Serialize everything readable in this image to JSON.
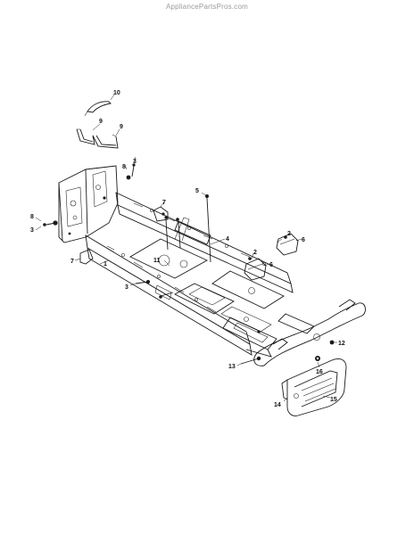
{
  "watermark": "AppliancePartsPros.com",
  "callouts": [
    {
      "id": "c10",
      "label": "10"
    },
    {
      "id": "c9a",
      "label": "9"
    },
    {
      "id": "c9b",
      "label": "9"
    },
    {
      "id": "c8a",
      "label": "8"
    },
    {
      "id": "c3a",
      "label": "3"
    },
    {
      "id": "c8b",
      "label": "8"
    },
    {
      "id": "c3b",
      "label": "3"
    },
    {
      "id": "c7a",
      "label": "7"
    },
    {
      "id": "c5",
      "label": "5"
    },
    {
      "id": "c4",
      "label": "4"
    },
    {
      "id": "c2a",
      "label": "2"
    },
    {
      "id": "c2b",
      "label": "2"
    },
    {
      "id": "c6a",
      "label": "6"
    },
    {
      "id": "c6b",
      "label": "6"
    },
    {
      "id": "c7b",
      "label": "7"
    },
    {
      "id": "c1",
      "label": "1"
    },
    {
      "id": "c11",
      "label": "11"
    },
    {
      "id": "c3c",
      "label": "3"
    },
    {
      "id": "c12",
      "label": "12"
    },
    {
      "id": "c13",
      "label": "13"
    },
    {
      "id": "c16",
      "label": "16"
    },
    {
      "id": "c14",
      "label": "14"
    },
    {
      "id": "c15",
      "label": "15"
    }
  ]
}
